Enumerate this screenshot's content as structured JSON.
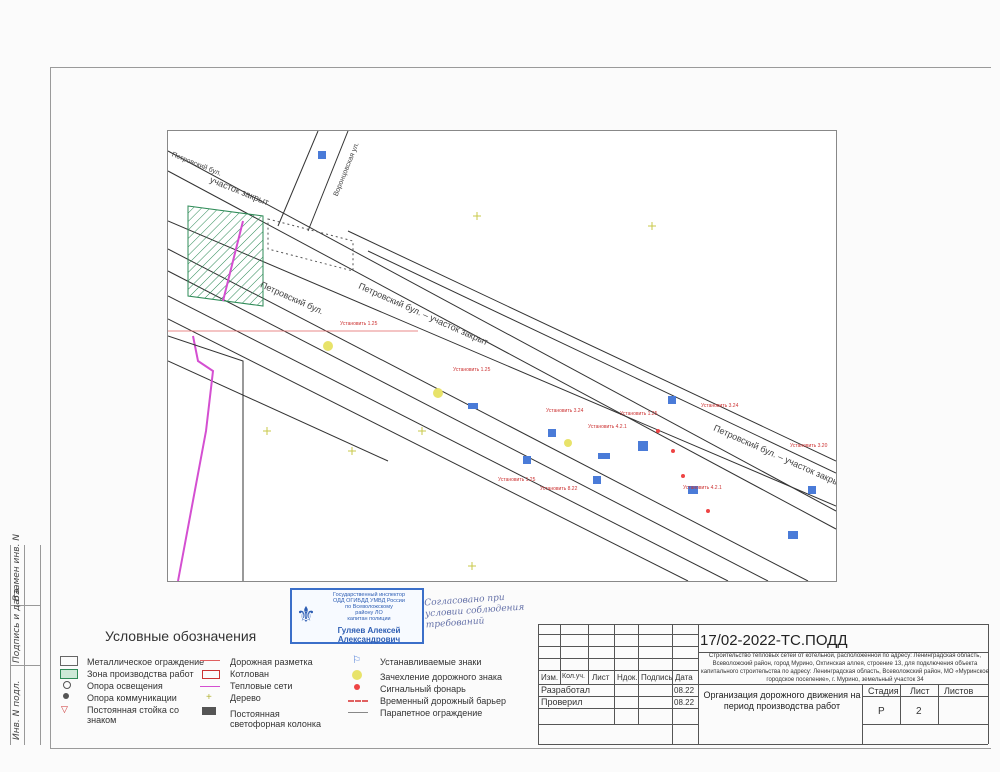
{
  "side_strip": {
    "inv_original": "Инв. N подл.",
    "signature_date": "Подпись и дата",
    "replace_inv": "Взамен инв. N"
  },
  "plan": {
    "roads": {
      "petrovsky_main": "Петровский бул. – участок закрыт",
      "petrovsky_lower": "Петровский бул.",
      "petrovsky_right": "Петровский бул. – участок закрыт",
      "closed_section": "участок закрыт",
      "cross_street": "Воронцовская ул.",
      "top_left": "Петровский бул."
    },
    "sign_labels": [
      "Установить 1.25",
      "Установить 1.25",
      "Установить 3.24",
      "Установить 1.25",
      "Установить 4.2.1",
      "Установить 3.24",
      "Установить 1.25",
      "Установить 8.22",
      "Установить 4.2.1",
      "Установить 3.20"
    ]
  },
  "stamp": {
    "line1": "Государственный инспектор",
    "line2": "ОДД ОГИБДД УМВД России",
    "line3": "по Всеволожскому",
    "line4": "району ЛО",
    "line5": "капитан полиции",
    "name": "Гуляев Алексей Александрович"
  },
  "handwritten_note": "Согласовано при условии соблюдения требований",
  "legend": {
    "title": "Условные обозначения",
    "col1": [
      "Металлическое ограждение",
      "Зона производства работ",
      "Опора освещения",
      "Опора коммуникации",
      "Постоянная стойка со знаком"
    ],
    "col2": [
      "Дорожная разметка",
      "Котлован",
      "Тепловые сети",
      "Дерево",
      "Постоянная светофорная колонка"
    ],
    "col3": [
      "Устанавливаемые знаки",
      "Зачехление дорожного знака",
      "Сигнальный фонарь",
      "Временный дорожный барьер",
      "Парапетное ограждение"
    ]
  },
  "title_block": {
    "doc_number": "17/02-2022-ТС.ПОДД",
    "address": "Строительство тепловых сетей от котельной, расположенной по адресу: Ленинградская область, Всеволожский район, город Мурино, Охтинская аллея, строение 13, для подключения объекта капитального строительства по адресу: Ленинградская область, Всеволожский район, МО «Муринское городское поселение», г. Мурино, земельный участок 34",
    "header_cols": [
      "Изм.",
      "Кол.уч.",
      "Лист",
      "Ндок.",
      "Подпись",
      "Дата"
    ],
    "rows": [
      {
        "role": "Разработал",
        "date": "08.22"
      },
      {
        "role": "Проверил",
        "date": "08.22"
      }
    ],
    "title": "Организация дорожного движения на период производства работ",
    "stage_label": "Стадия",
    "sheet_label": "Лист",
    "sheets_label": "Листов",
    "stage_value": "Р",
    "sheet_value": "2",
    "sheets_value": ""
  }
}
